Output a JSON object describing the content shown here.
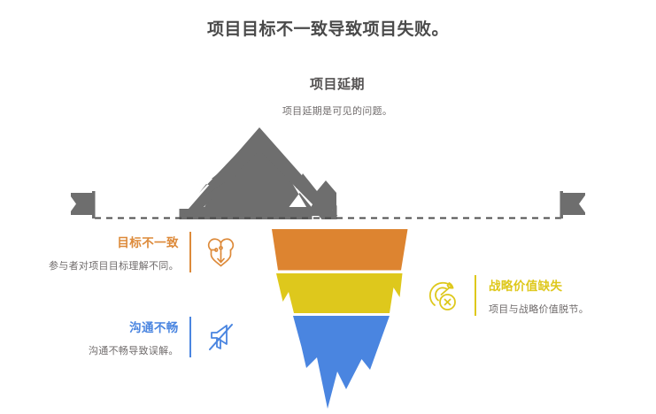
{
  "page": {
    "title": "项目目标不一致导致项目失败。"
  },
  "colors": {
    "title_text": "#4a4a4a",
    "body_text": "#6f6b6b",
    "iceberg_tip_gray": "#6e6e6e",
    "waterline_gray": "#4d4d4d",
    "flag_gray": "#6e6e6e",
    "band_orange": "#dd8430",
    "band_yellow": "#dec81c",
    "band_blue": "#4a85e0",
    "accent_orange": "#dd8a3a",
    "accent_yellow": "#dec81c",
    "accent_blue": "#4a85e0"
  },
  "tip": {
    "heading": "项目延期",
    "description": "项目延期是可见的问题。",
    "icon": "mountain-iceberg-tip-icon"
  },
  "waterline": {
    "style": "dashed",
    "left_flag_icon": "flag-marker-left-icon",
    "right_flag_icon": "flag-marker-right-icon"
  },
  "callouts": [
    {
      "id": "goal-misalignment",
      "heading": "目标不一致",
      "description": "参与者对项目目标理解不同。",
      "color": "#dd8a3a",
      "icon": "puzzle-heart-icon",
      "side": "left",
      "band": "orange"
    },
    {
      "id": "poor-communication",
      "heading": "沟通不畅",
      "description": "沟通不畅导致误解。",
      "color": "#4a85e0",
      "icon": "muted-megaphone-icon",
      "side": "left",
      "band": "blue"
    },
    {
      "id": "missing-strategic-value",
      "heading": "战略价值缺失",
      "description": "项目与战略价值脱节。",
      "color": "#dec81c",
      "icon": "target-miss-icon",
      "side": "right",
      "band": "yellow"
    }
  ],
  "chart_data": {
    "type": "pie",
    "title": "项目目标不一致导致项目失败。",
    "layout": "inverted-iceberg-funnel",
    "categories": [
      "项目延期",
      "目标不一致",
      "沟通不畅",
      "战略价值缺失"
    ],
    "segments": [
      {
        "label": "项目延期",
        "position": "above-waterline",
        "color": "#6e6e6e",
        "description": "项目延期是可见的问题。"
      },
      {
        "label": "目标不一致",
        "position": "below-waterline-1",
        "color": "#dd8430",
        "description": "参与者对项目目标理解不同。"
      },
      {
        "label": "战略价值缺失",
        "position": "below-waterline-2",
        "color": "#dec81c",
        "description": "项目与战略价值脱节。"
      },
      {
        "label": "沟通不畅",
        "position": "below-waterline-3",
        "color": "#4a85e0",
        "description": "沟通不畅导致误解。"
      }
    ],
    "legend_position": "sides",
    "grid": false
  }
}
